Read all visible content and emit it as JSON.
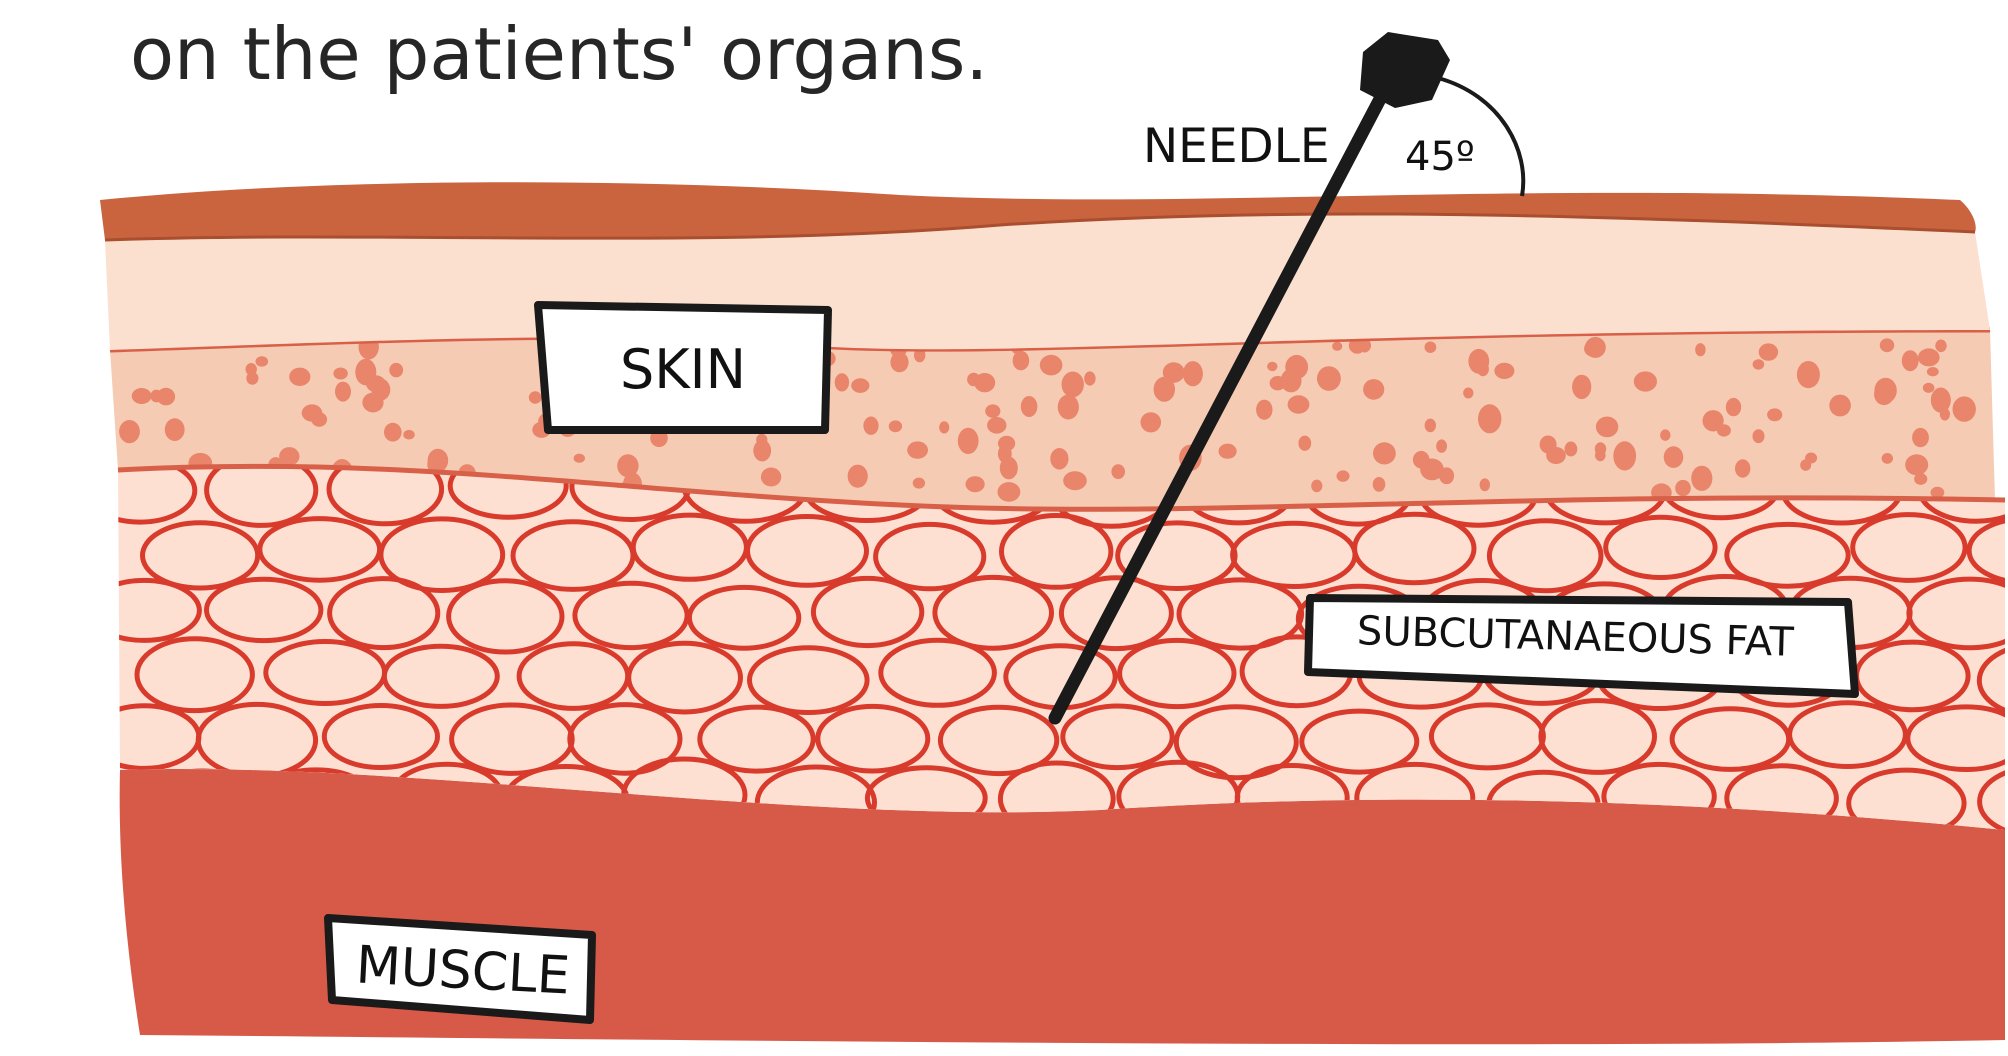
{
  "caption": "on the patients' organs.",
  "labels": {
    "needle": "NEEDLE",
    "angle": "45º",
    "skin": "SKIN",
    "fat": "SUBCUTANAEOUS FAT",
    "muscle": "MUSCLE"
  },
  "colors": {
    "epidermis": "#c9643f",
    "dermis": "#f6cbb4",
    "dermis_dots": "#e8856a",
    "fat": "#fde0d2",
    "fat_cells": "#d83a2c",
    "muscle": "#d75a48",
    "needle": "#1a1a1a"
  }
}
